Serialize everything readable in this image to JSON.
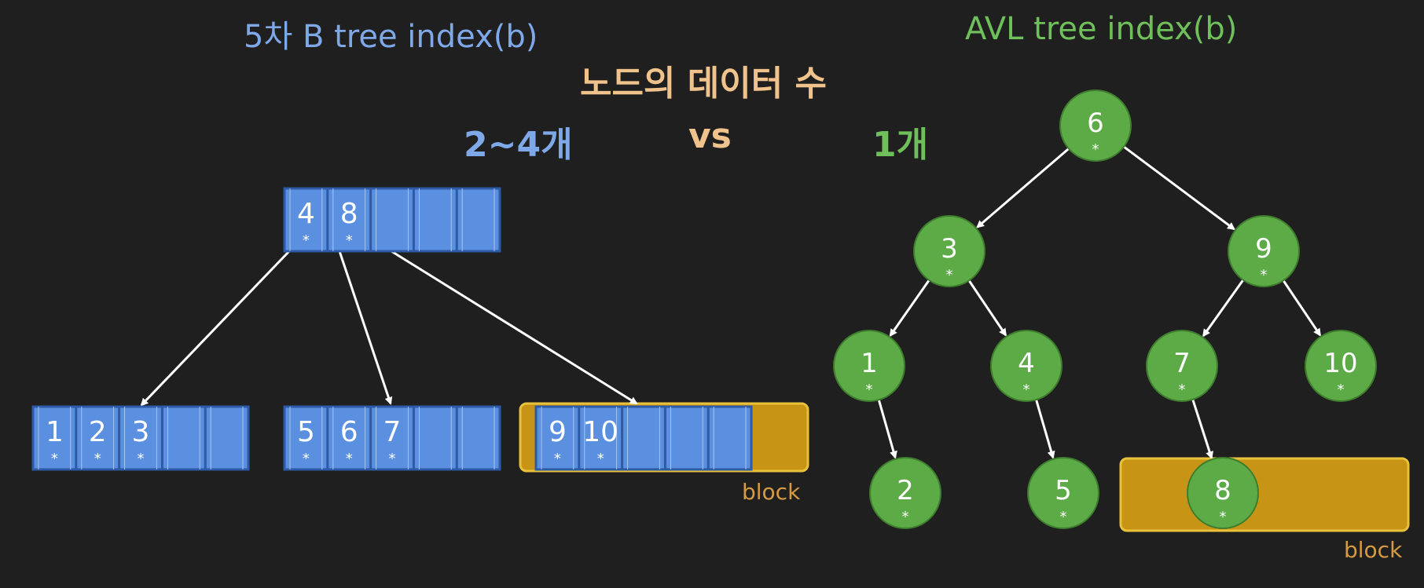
{
  "titles": {
    "btree": "5차 B tree index(b)",
    "avl": "AVL tree index(b)",
    "subtitle": "노드의 데이터 수"
  },
  "comparison": {
    "btree_count": "2~4개",
    "vs": "vs",
    "avl_count": "1개"
  },
  "btree": {
    "root": [
      "4",
      "8",
      "",
      "",
      ""
    ],
    "leaves": [
      [
        "1",
        "2",
        "3",
        "",
        ""
      ],
      [
        "5",
        "6",
        "7",
        "",
        ""
      ],
      [
        "9",
        "10",
        "",
        "",
        ""
      ]
    ],
    "block_label": "block"
  },
  "avl": {
    "nodes": [
      "6",
      "3",
      "9",
      "1",
      "4",
      "7",
      "10",
      "2",
      "5",
      "8"
    ],
    "block_label": "block"
  },
  "colors": {
    "btree_node": "#5b8fe0",
    "btree_border": "#2c5aa5",
    "avl_node": "#5cab46",
    "block": "#c89416",
    "block_border": "#e8c23a"
  },
  "pointer_mark": "*"
}
